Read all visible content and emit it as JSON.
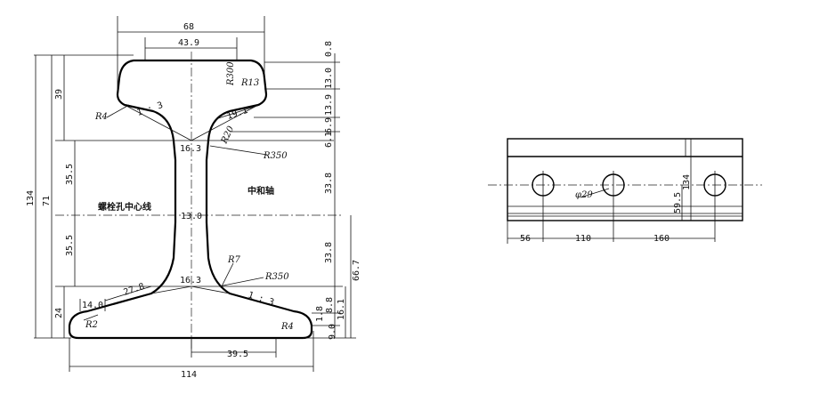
{
  "rail_section": {
    "top_dims": {
      "head_width": "68",
      "head_inner": "43.9"
    },
    "right_dims": [
      "0.8",
      "13.0",
      "13.9",
      "6.9",
      "6.1",
      "33.8",
      "33.8",
      "66.7",
      "16.1",
      "8.8",
      "1.8",
      "9.0"
    ],
    "left_dims": {
      "total_height": "134",
      "head_height": "39",
      "web_half_upper": "35.5",
      "web_total": "71",
      "web_half_lower": "35.5",
      "foot_height": "24"
    },
    "inner_dims": {
      "fish_head": "19.1",
      "web_upper": "16.3",
      "web_mid": "13.0",
      "web_lower": "16.3",
      "foot_fish": "27.8",
      "foot_edge": "14.0"
    },
    "bottom_dims": {
      "foot_width": "114",
      "foot_inner": "39.5"
    },
    "radii": {
      "r300": "R300",
      "r13": "R13",
      "r4_left": "R4",
      "r20": "R20",
      "r350_upper": "R350",
      "r7": "R7",
      "r350_lower": "R350",
      "r2": "R2",
      "r4_right": "R4"
    },
    "slopes": {
      "upper": "1 : 3",
      "lower": "1 : 3"
    },
    "labels": {
      "bolt_center": "螺栓孔中心线",
      "neutral_axis": "中和轴"
    }
  },
  "rail_side": {
    "dims": {
      "d1": "56",
      "d2": "110",
      "d3": "160",
      "height": "134",
      "hole_height": "59.5",
      "hole_dia": "φ29"
    }
  }
}
